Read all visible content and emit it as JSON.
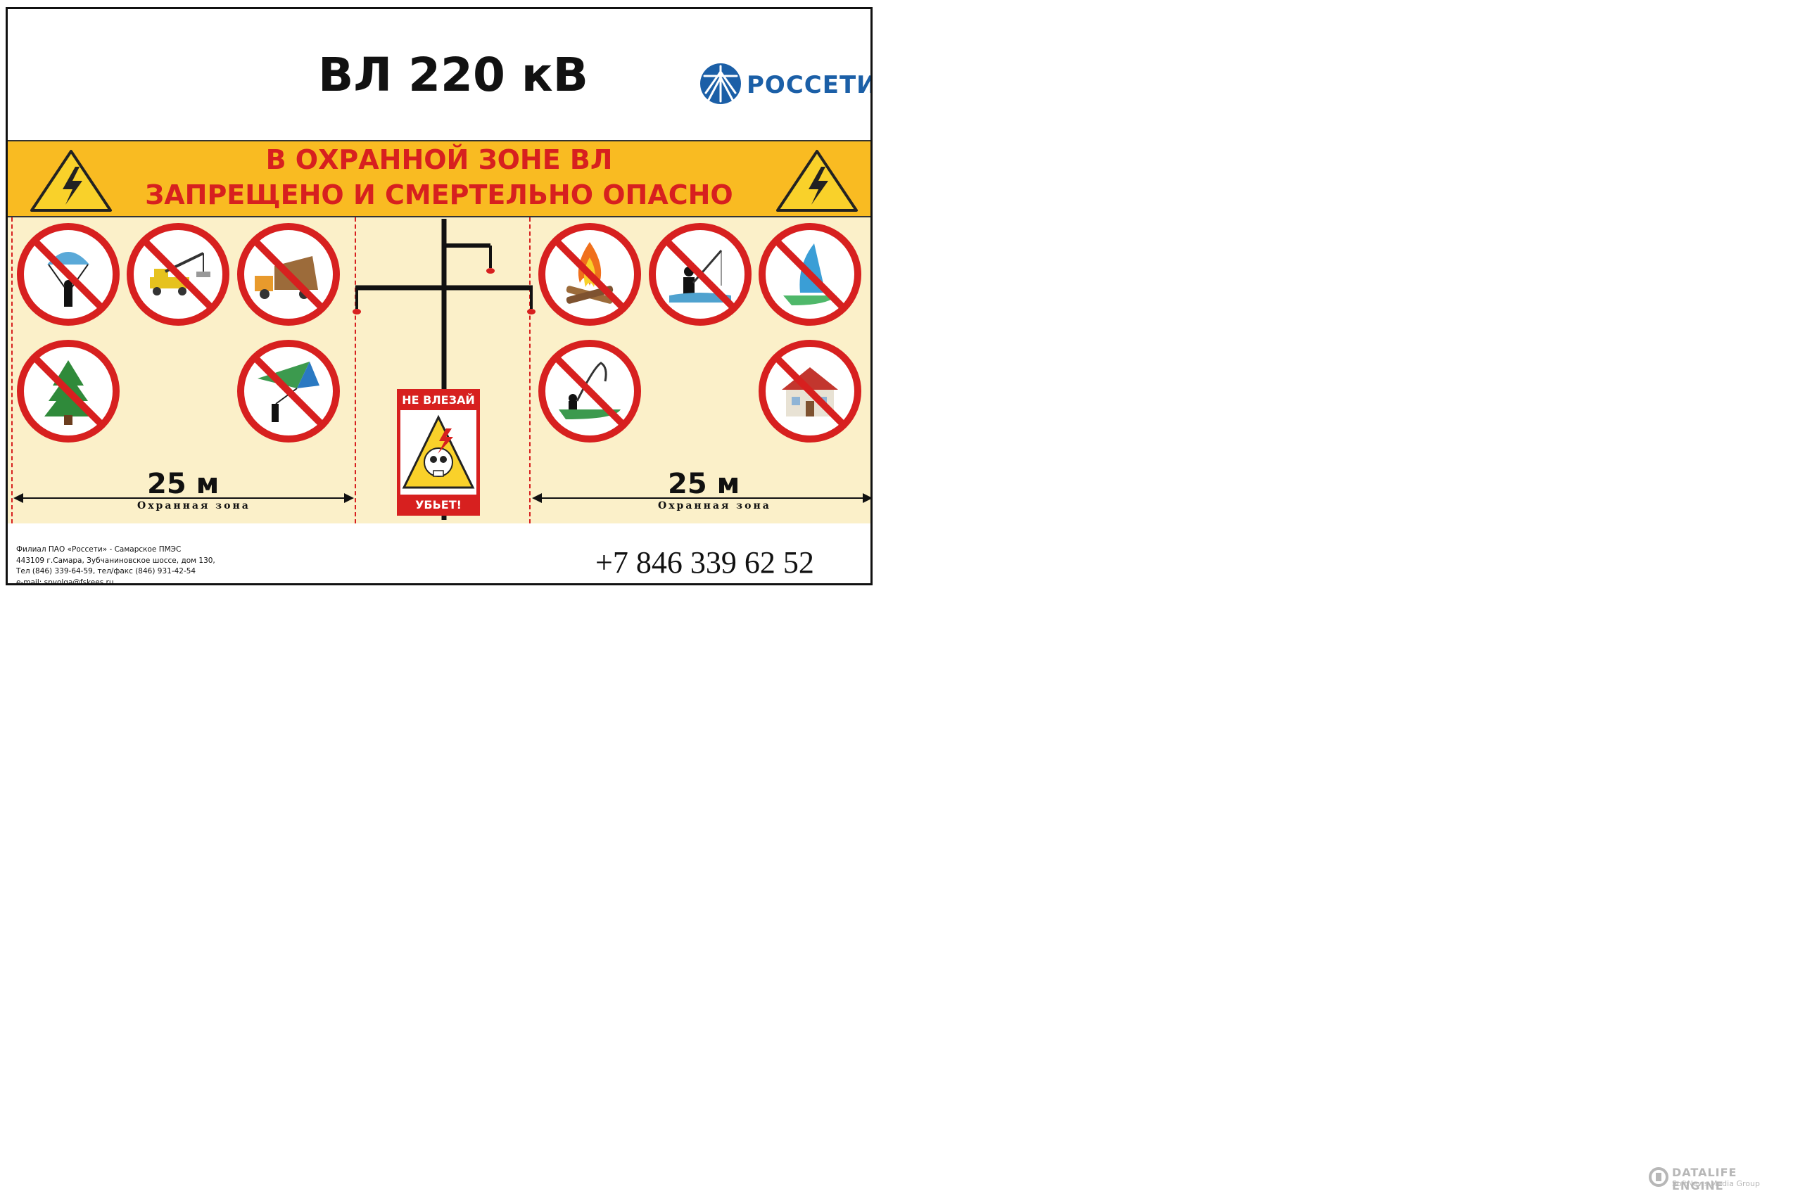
{
  "header": {
    "title": "ВЛ 220 кВ",
    "logo_text": "РОССЕТИ"
  },
  "banner": {
    "line1": "В ОХРАННОЙ ЗОНЕ ВЛ",
    "line2": "ЗАПРЕЩЕНО И СМЕРТЕЛЬНО ОПАСНО"
  },
  "zone_left": {
    "distance": "25 м",
    "caption": "Охранная зона"
  },
  "zone_right": {
    "distance": "25 м",
    "caption": "Охранная зона"
  },
  "pole_sign": {
    "top_text": "НЕ ВЛЕЗАЙ",
    "bottom_text": "УБЬЕТ!"
  },
  "prohibitions": {
    "left": [
      "parachute-icon",
      "crane-icon",
      "dump-truck-icon",
      "tree-icon",
      "hang-glider-icon"
    ],
    "right": [
      "campfire-icon",
      "fishing-icon",
      "sailboat-icon",
      "fishing-boat-icon",
      "house-icon"
    ]
  },
  "footer": {
    "contact_lines": [
      "Филиал ПАО «Россети» - Самарское ПМЭС",
      "443109 г.Самара, Зубчаниновское шоссе, дом 130,",
      "Тел (846) 339-64-59, тел/факс (846) 931-42-54",
      "e-mail: spvolga@fskees.ru"
    ],
    "phone": "+7 846 339 62 52"
  },
  "watermark": {
    "main": "DATALIFE ENGINE",
    "sub": "SoftNews Media Group"
  },
  "colors": {
    "banner_bg": "#f9bb22",
    "banner_text": "#d7201f",
    "zone_bg": "#fbf0c9",
    "logo_blue": "#1b5fa7",
    "prohibit_red": "#d7201f"
  }
}
